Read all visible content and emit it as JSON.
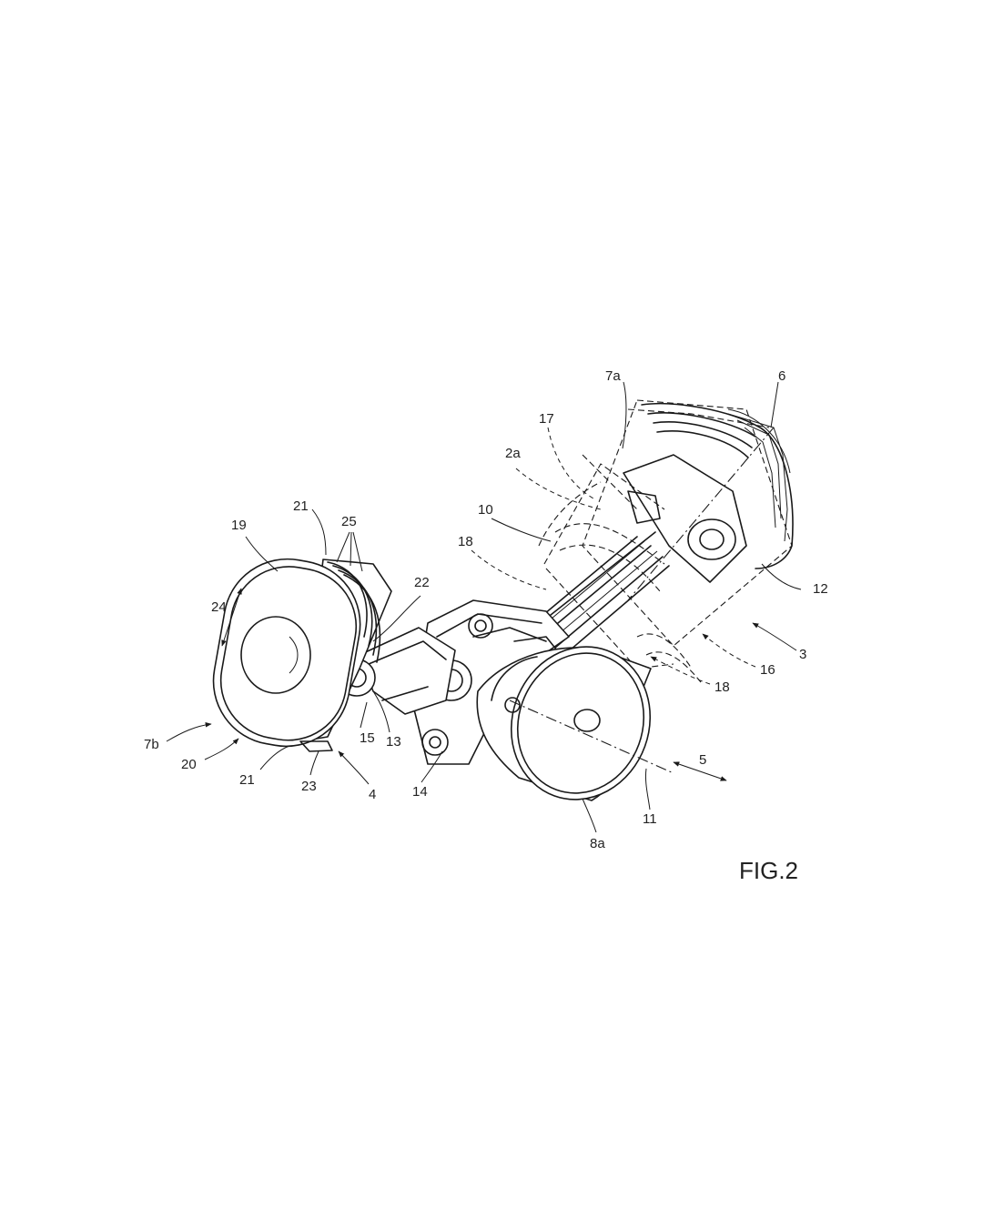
{
  "figure": {
    "title": "FIG.2",
    "labels": {
      "l6": "6",
      "l7a": "7a",
      "l17": "17",
      "l2a": "2a",
      "l10": "10",
      "l18a": "18",
      "l12": "12",
      "l3": "3",
      "l16": "16",
      "l18b": "18",
      "l21a": "21",
      "l25": "25",
      "l19": "19",
      "l22": "22",
      "l24": "24",
      "l7b": "7b",
      "l20": "20",
      "l21b": "21",
      "l15": "15",
      "l13": "13",
      "l23": "23",
      "l4": "4",
      "l14": "14",
      "l5": "5",
      "l11": "11",
      "l8a": "8a"
    }
  }
}
